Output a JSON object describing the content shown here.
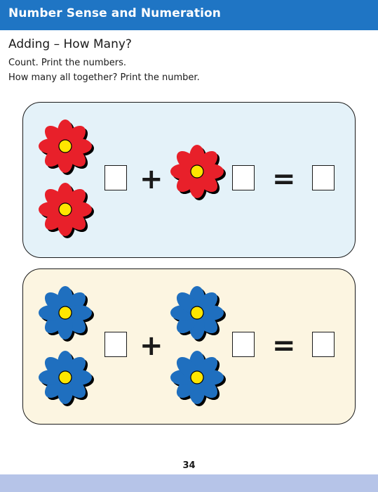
{
  "header": {
    "title": "Number Sense and Numeration"
  },
  "lesson": {
    "title": "Adding – How Many?",
    "instructions": [
      "Count. Print the numbers.",
      "How many all together? Print the number."
    ]
  },
  "problems": [
    {
      "left_count": 2,
      "right_count": 1,
      "flower_color": "#e8202a",
      "panel_color": "#e4f2f9",
      "plus": "+",
      "equals": "="
    },
    {
      "left_count": 2,
      "right_count": 2,
      "flower_color": "#1f6fbf",
      "panel_color": "#fcf5e1",
      "plus": "+",
      "equals": "="
    }
  ],
  "colors": {
    "header_blue": "#1f75c4",
    "footer_band": "#b6c4e8",
    "flower_center": "#ffe600"
  },
  "icons": [
    "flower-icon"
  ],
  "footer": {
    "page_number": "34"
  }
}
